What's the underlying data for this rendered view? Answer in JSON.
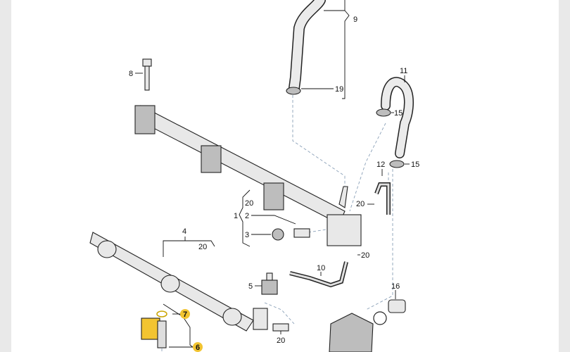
{
  "diagram": {
    "callouts": [
      {
        "id": "c9",
        "label": "9"
      },
      {
        "id": "c8",
        "label": "8"
      },
      {
        "id": "c19",
        "label": "19"
      },
      {
        "id": "c11",
        "label": "11"
      },
      {
        "id": "c15a",
        "label": "15"
      },
      {
        "id": "c15b",
        "label": "15"
      },
      {
        "id": "c12",
        "label": "12"
      },
      {
        "id": "c20a",
        "label": "20"
      },
      {
        "id": "c20b",
        "label": "20"
      },
      {
        "id": "c1",
        "label": "1"
      },
      {
        "id": "c2",
        "label": "2"
      },
      {
        "id": "c3",
        "label": "3"
      },
      {
        "id": "c4",
        "label": "4"
      },
      {
        "id": "c20c",
        "label": "20"
      },
      {
        "id": "c10",
        "label": "10"
      },
      {
        "id": "c20d",
        "label": "20"
      },
      {
        "id": "c5",
        "label": "5"
      },
      {
        "id": "c16",
        "label": "16"
      },
      {
        "id": "c7",
        "label": "7"
      },
      {
        "id": "c6",
        "label": "6"
      },
      {
        "id": "c20e",
        "label": "20"
      }
    ],
    "highlight_color": "#f2c431",
    "line_color": "#111111",
    "dash_color": "#8aa0b8"
  }
}
